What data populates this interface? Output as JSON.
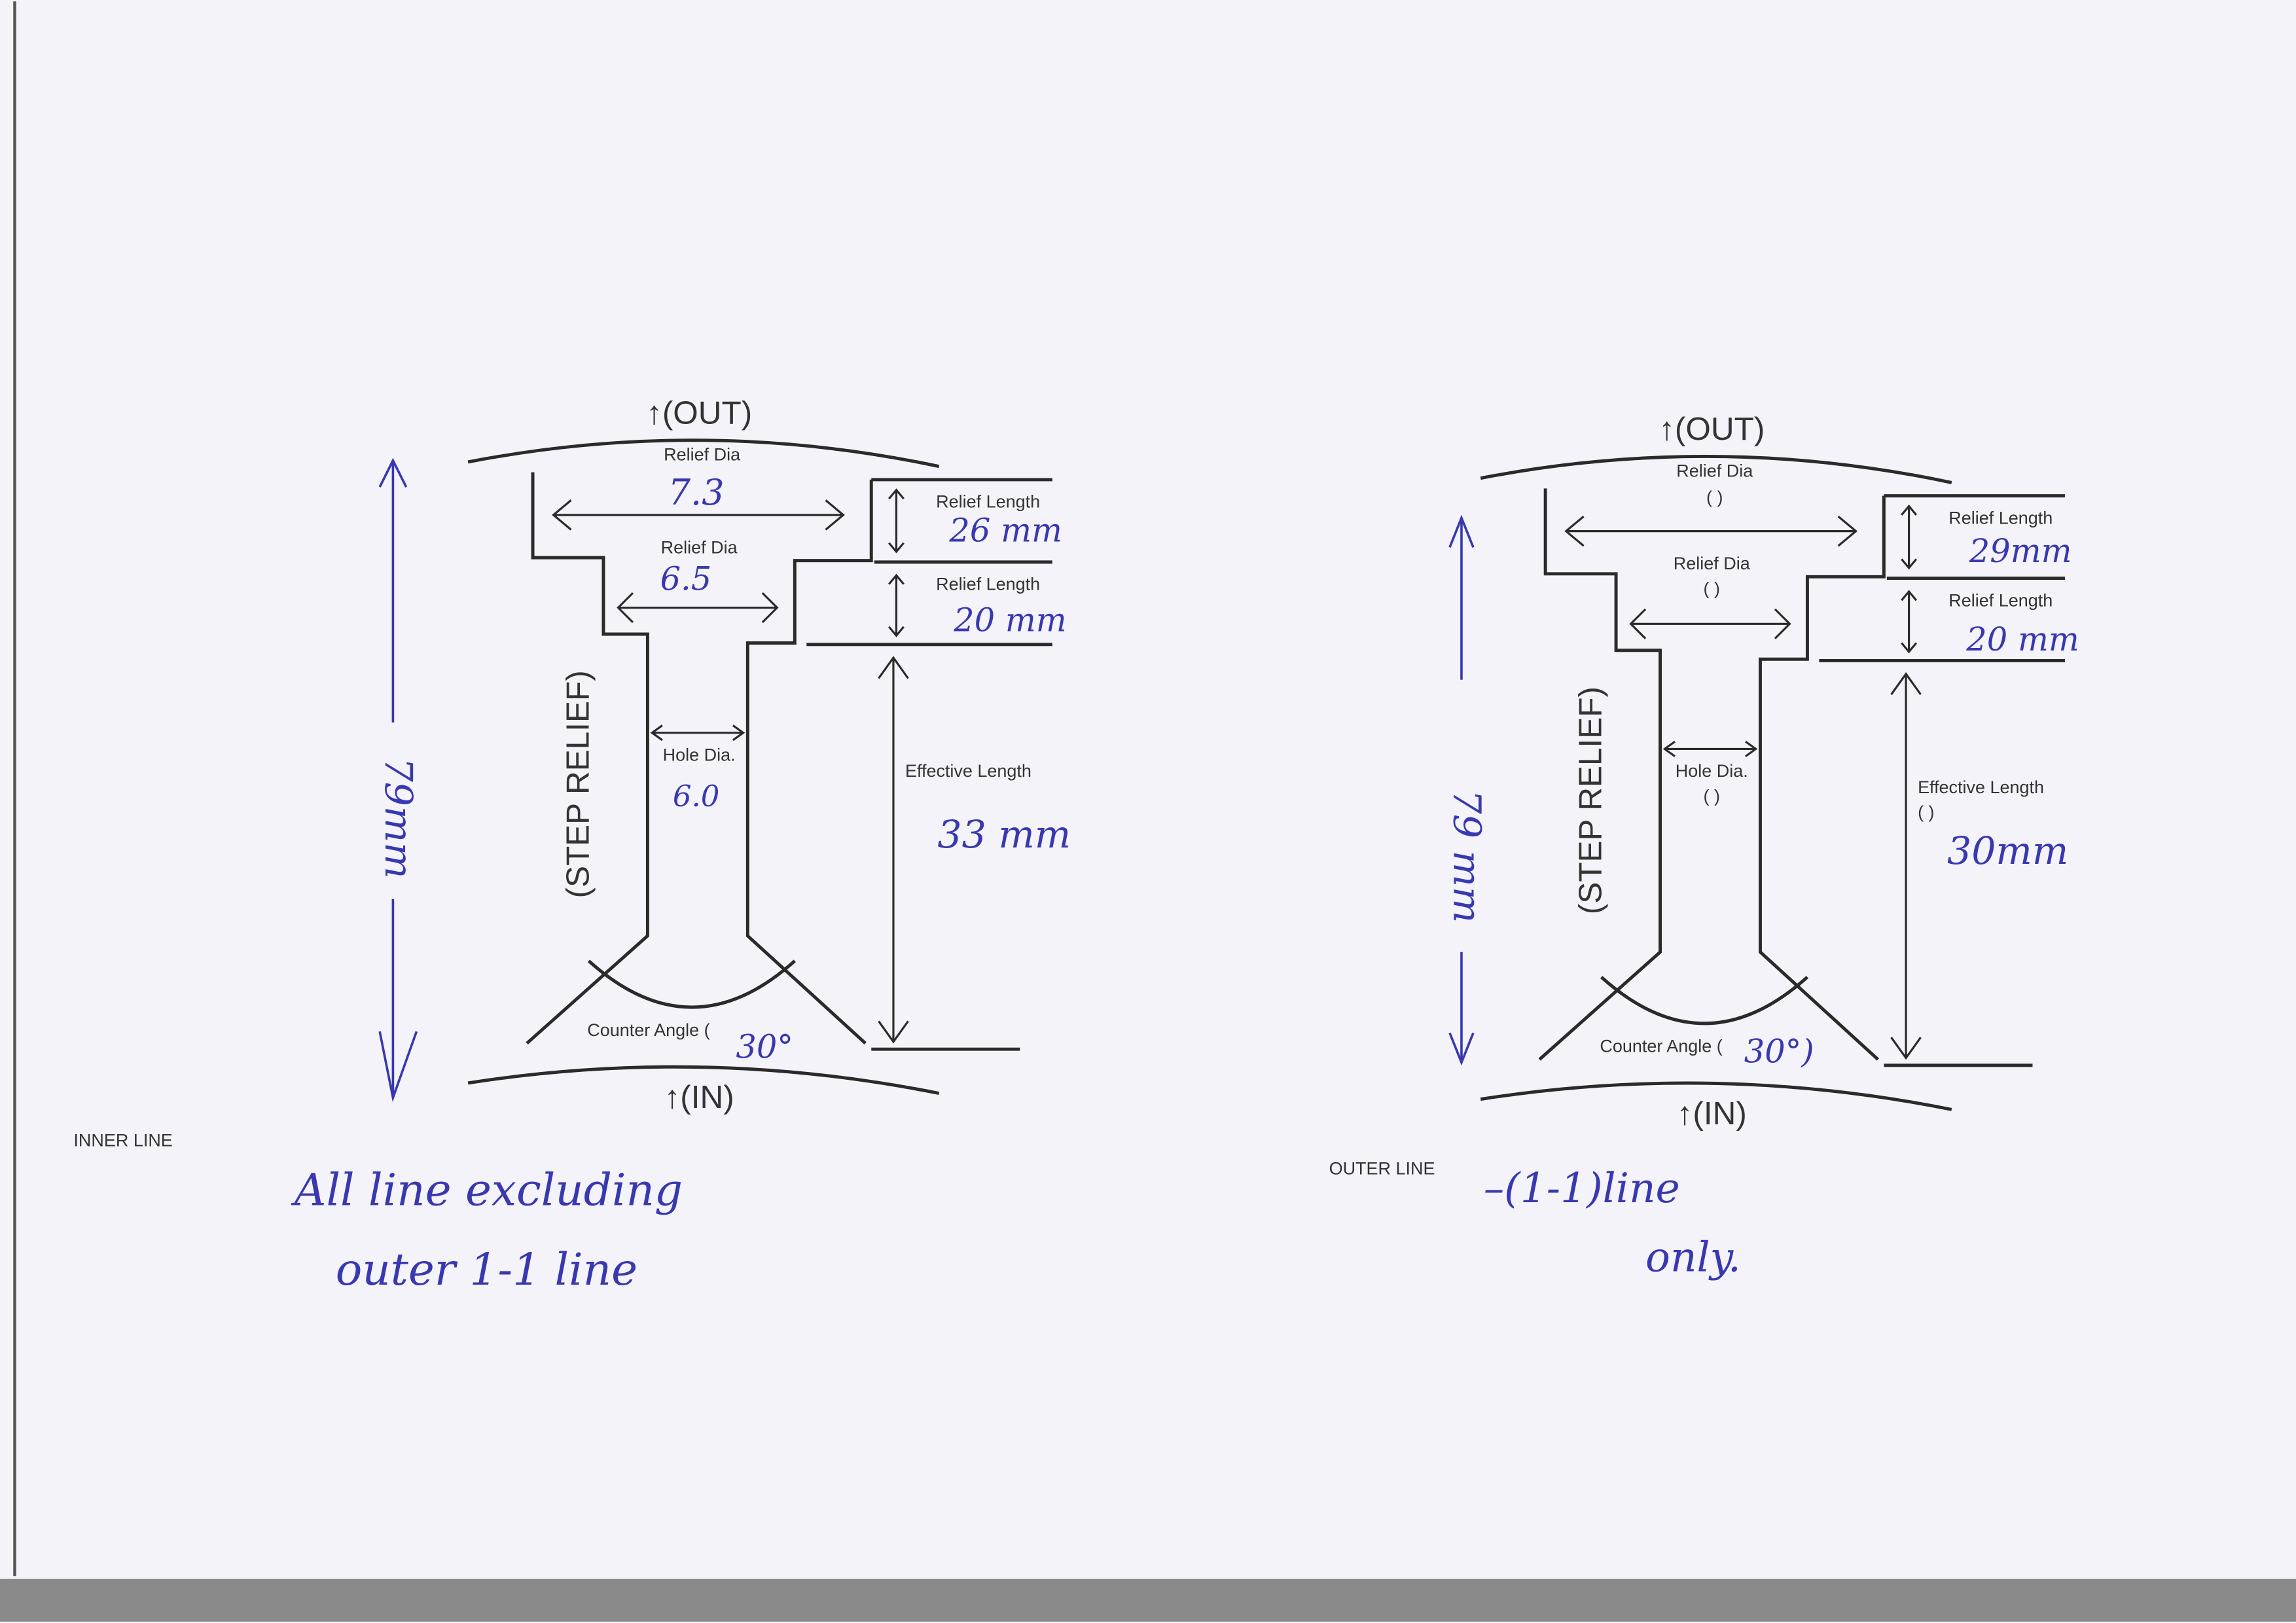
{
  "left": {
    "out_label": "↑(OUT)",
    "in_label": "↑(IN)",
    "side_label": "(STEP RELIEF)",
    "relief_dia_1": {
      "label": "Relief Dia",
      "value": "7.3"
    },
    "relief_dia_2": {
      "label": "Relief Dia",
      "value": "6.5"
    },
    "relief_length_1": {
      "label": "Relief Length",
      "value": "26 mm"
    },
    "relief_length_2": {
      "label": "Relief Length",
      "value": "20 mm"
    },
    "hole_dia": {
      "label": "Hole Dia.",
      "value": "6.0"
    },
    "effective_length": {
      "label": "Effective Length",
      "value": "33 mm"
    },
    "counter_angle": {
      "label": "Counter Angle (",
      "value": "30°"
    },
    "total_length": "79mm",
    "line_type": "INNER LINE",
    "note_line1": "All line excluding",
    "note_line2": "outer 1-1 line"
  },
  "right": {
    "out_label": "↑(OUT)",
    "in_label": "↑(IN)",
    "side_label": "(STEP RELIEF)",
    "relief_dia_1": {
      "label": "Relief Dia",
      "value": ""
    },
    "relief_dia_2": {
      "label": "Relief Dia",
      "value": ""
    },
    "relief_length_1": {
      "label": "Relief Length",
      "value": "29mm"
    },
    "relief_length_2": {
      "label": "Relief Length",
      "value": "20 mm"
    },
    "hole_dia": {
      "label": "Hole Dia.",
      "value": ""
    },
    "effective_length": {
      "label": "Effective Length",
      "value": "30mm"
    },
    "counter_angle": {
      "label": "Counter Angle (",
      "value": "30°)"
    },
    "total_length": "79 mm",
    "line_type": "OUTER LINE",
    "note_line1": "–(1-1)line",
    "note_line2": "only."
  },
  "colors": {
    "ink": "#2a2a2a",
    "pen": "#3838b0",
    "paper": "#f4f3f9"
  }
}
